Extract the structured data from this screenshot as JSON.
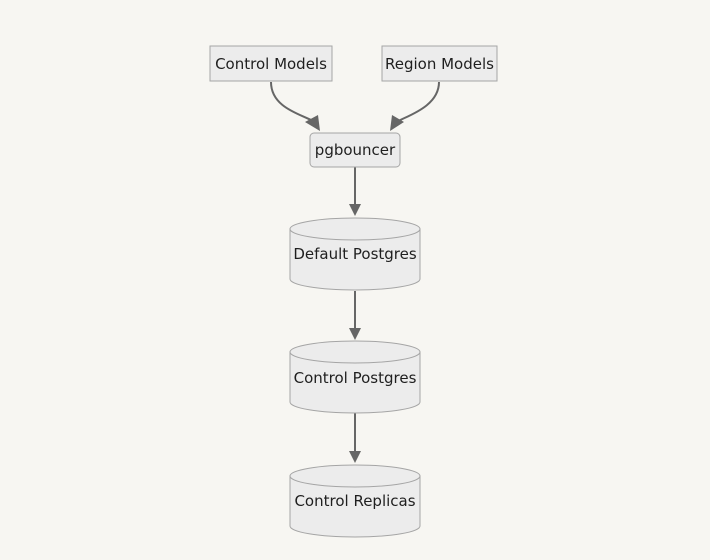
{
  "nodes": {
    "control_models": "Control Models",
    "region_models": "Region Models",
    "pgbouncer": "pgbouncer",
    "default_postgres": "Default Postgres",
    "control_postgres": "Control Postgres",
    "control_replicas": "Control Replicas"
  },
  "edges": [
    {
      "from": "control_models",
      "to": "pgbouncer"
    },
    {
      "from": "region_models",
      "to": "pgbouncer"
    },
    {
      "from": "pgbouncer",
      "to": "default_postgres"
    },
    {
      "from": "default_postgres",
      "to": "control_postgres"
    },
    {
      "from": "control_postgres",
      "to": "control_replicas"
    }
  ]
}
